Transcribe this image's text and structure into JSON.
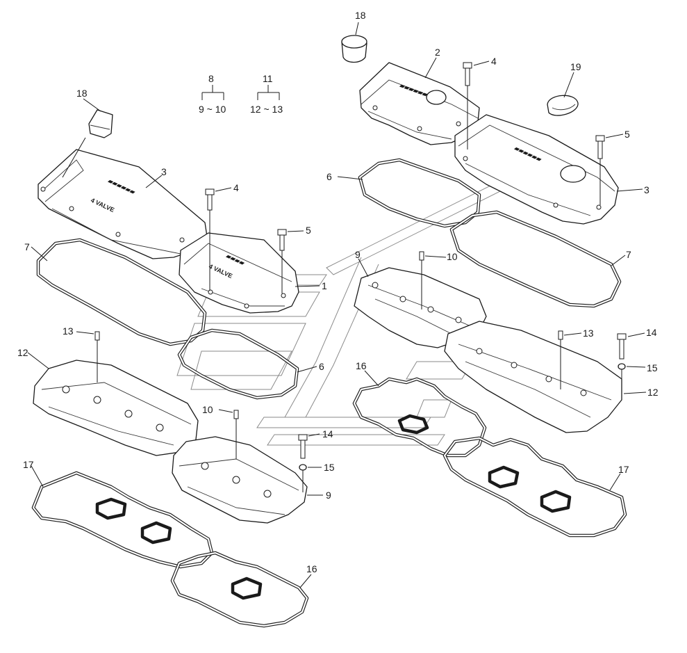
{
  "diagram": {
    "callouts": {
      "c18a": "18",
      "c2": "2",
      "c4a": "4",
      "c19": "19",
      "c5a": "5",
      "c3a": "3",
      "c6a": "6",
      "c7a": "7",
      "c9a": "9",
      "c10a": "10",
      "c13a": "13",
      "c14a": "14",
      "c15a": "15",
      "c12a": "12",
      "c16a": "16",
      "c17a": "17",
      "c18b": "18",
      "c3b": "3",
      "c4b": "4",
      "c5b": "5",
      "c7b": "7",
      "c1": "1",
      "c13b": "13",
      "c12b": "12",
      "c6b": "6",
      "c10b": "10",
      "c14b": "14",
      "c15b": "15",
      "c9b": "9",
      "c17b": "17",
      "c16b": "16"
    },
    "groups": {
      "g8_head": "8",
      "g8_range": "9 ~ 10",
      "g11_head": "11",
      "g11_range": "12 ~ 13"
    },
    "stamps": {
      "cover_left_text": "4 VALVE",
      "cover_small_text": "4 VALVE"
    }
  }
}
